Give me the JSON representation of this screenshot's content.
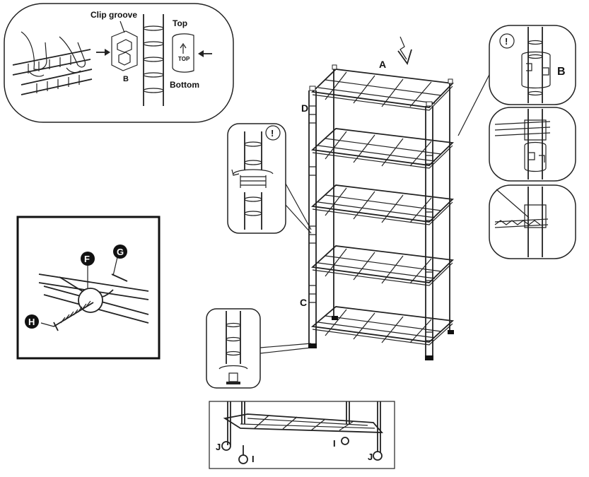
{
  "labels": {
    "clip_groove": "Clip groove",
    "top": "Top",
    "bottom": "Bottom",
    "clip_top_text": "TOP",
    "B_small": "B",
    "A": "A",
    "B": "B",
    "C": "C",
    "D": "D",
    "F": "F",
    "G": "G",
    "H": "H",
    "I_left": "I",
    "I_right": "I",
    "J_left": "J",
    "J_right": "J",
    "warn1": "!",
    "warn2": "!",
    "warn3": "!"
  },
  "colors": {
    "ink": "#222222",
    "paper": "#ffffff",
    "badge": "#111111"
  }
}
